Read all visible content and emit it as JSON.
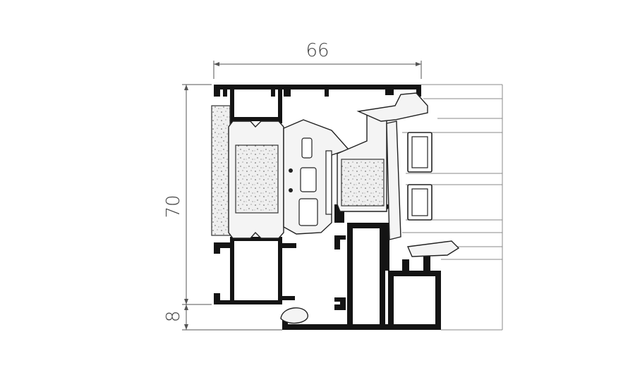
{
  "dimensions": {
    "width_label": "66",
    "height_label": "70",
    "bottom_label": "8"
  },
  "colors": {
    "aluminium": "#141414",
    "dimension_line": "#555555",
    "foam_insulation": "#efefef",
    "glass": "#888888",
    "background": "#ffffff"
  }
}
